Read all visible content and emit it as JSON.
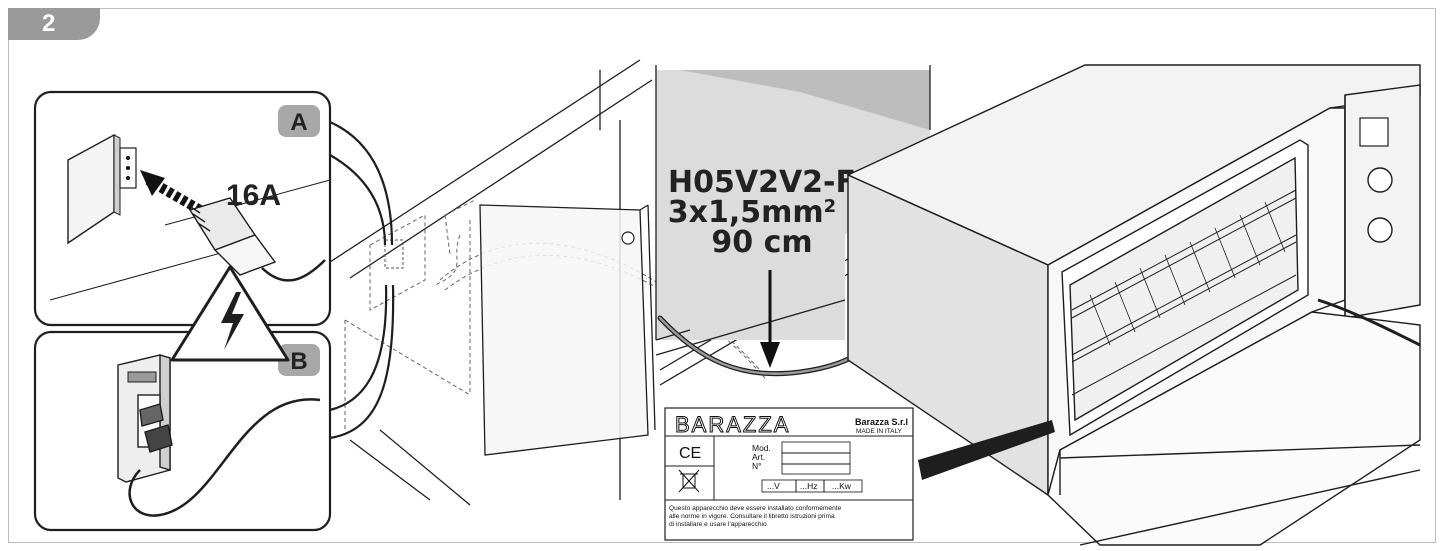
{
  "step_number": "2",
  "panel_a": {
    "letter": "A",
    "current": "16A"
  },
  "panel_b": {
    "letter": "B"
  },
  "cable": {
    "type": "H05V2V2-F",
    "section": "3x1,5mm",
    "section_sup": "2",
    "length": "90 cm"
  },
  "rating_plate": {
    "brand": "BARAZZA",
    "company": "Barazza S.r.l",
    "origin": "MADE IN ITALY",
    "ce_mark": "CE",
    "fields": [
      "Mod.",
      "Art.",
      "N°"
    ],
    "ratings": [
      "...V",
      "...Hz",
      "...Kw"
    ],
    "notice": [
      "Questo apparecchio deve essere installato conformemente",
      "alle norme in vigore. Consultare il libretto istruzioni prima",
      "di installare e usare l'apparecchio"
    ]
  },
  "colors": {
    "tab_gray": "#9a9a9a",
    "badge_gray": "#a8a8a8",
    "wall_shade": "#dcdcdc",
    "line": "#1e1e1e"
  }
}
